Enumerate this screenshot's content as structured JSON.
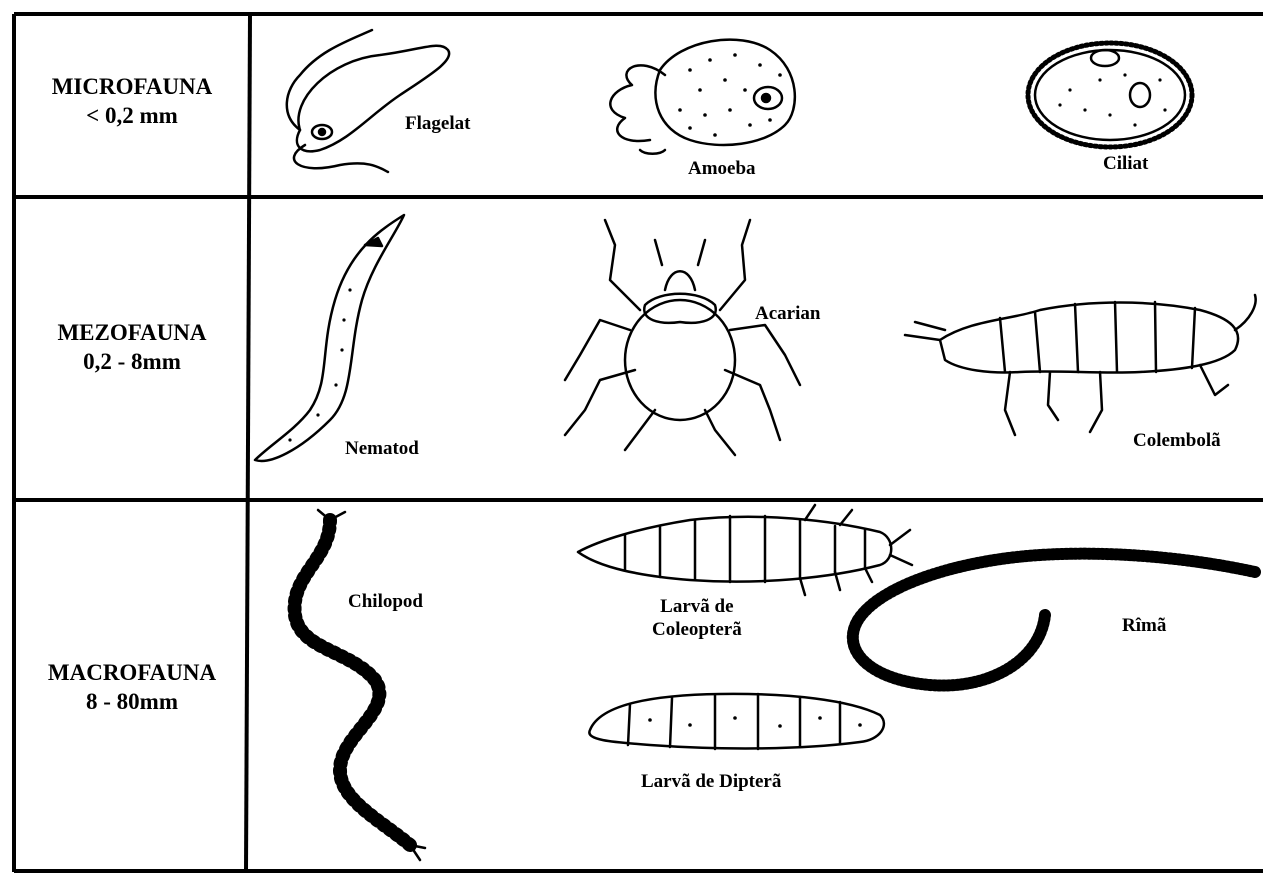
{
  "rows": [
    {
      "title": "MICROFAUNA",
      "size": "< 0,2 mm",
      "organisms": [
        {
          "name": "Flagelat",
          "icon": "flagellate-drawing"
        },
        {
          "name": "Amoeba",
          "icon": "amoeba-drawing"
        },
        {
          "name": "Ciliat",
          "icon": "ciliate-drawing"
        }
      ]
    },
    {
      "title": "MEZOFAUNA",
      "size": "0,2 - 8mm",
      "organisms": [
        {
          "name": "Nematod",
          "icon": "nematode-drawing"
        },
        {
          "name": "Acarian",
          "icon": "mite-drawing"
        },
        {
          "name": "Colembolã",
          "icon": "springtail-drawing"
        }
      ]
    },
    {
      "title": "MACROFAUNA",
      "size": "8 - 80mm",
      "organisms": [
        {
          "name": "Chilopod",
          "icon": "centipede-drawing"
        },
        {
          "name_line1": "Larvã de",
          "name_line2": "Coleopterã",
          "icon": "beetle-larva-drawing"
        },
        {
          "name": "Larvã de Dipterã",
          "icon": "fly-larva-drawing"
        },
        {
          "name": "Rîmã",
          "icon": "earthworm-drawing"
        }
      ]
    }
  ],
  "colors": {
    "line": "#000000",
    "background": "#ffffff"
  }
}
